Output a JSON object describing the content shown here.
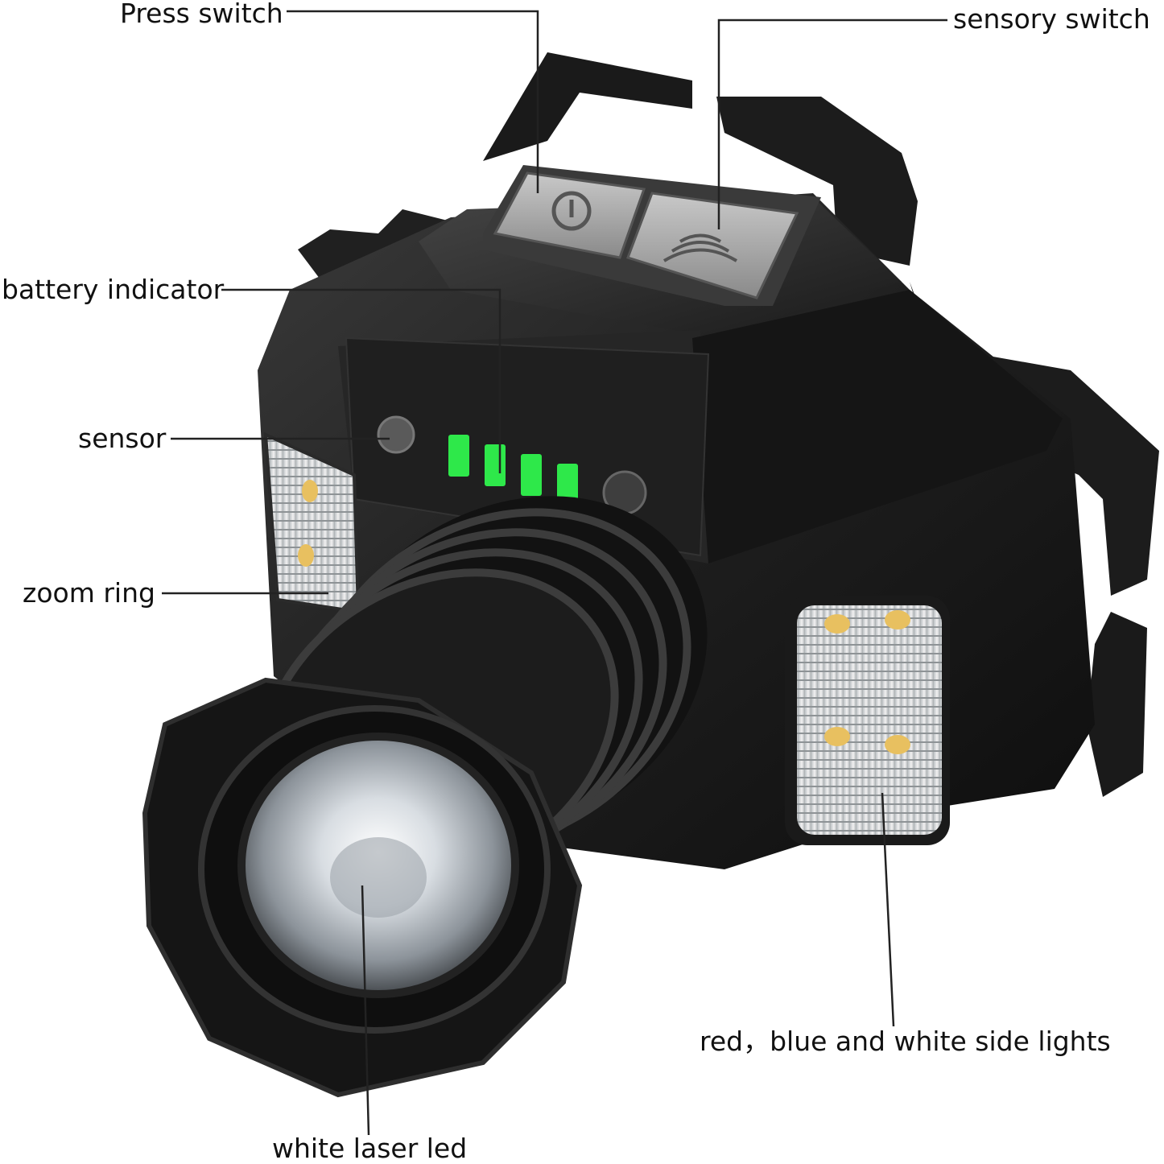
{
  "labels": {
    "press_switch": "Press switch",
    "sensory_switch": "sensory switch",
    "battery_indicator": "battery indicator",
    "sensor": "sensor",
    "zoom_ring": "zoom ring",
    "side_lights": "red，blue and white side lights",
    "white_laser_led": "white laser led"
  },
  "colors": {
    "background": "#ffffff",
    "body": "#1c1c1c",
    "battery_led": "#2ee84a",
    "side_light_warm": "#e8c060",
    "leader_line": "#222222"
  },
  "battery_indicator": {
    "lit_segments": 4,
    "total_segments": 4
  }
}
